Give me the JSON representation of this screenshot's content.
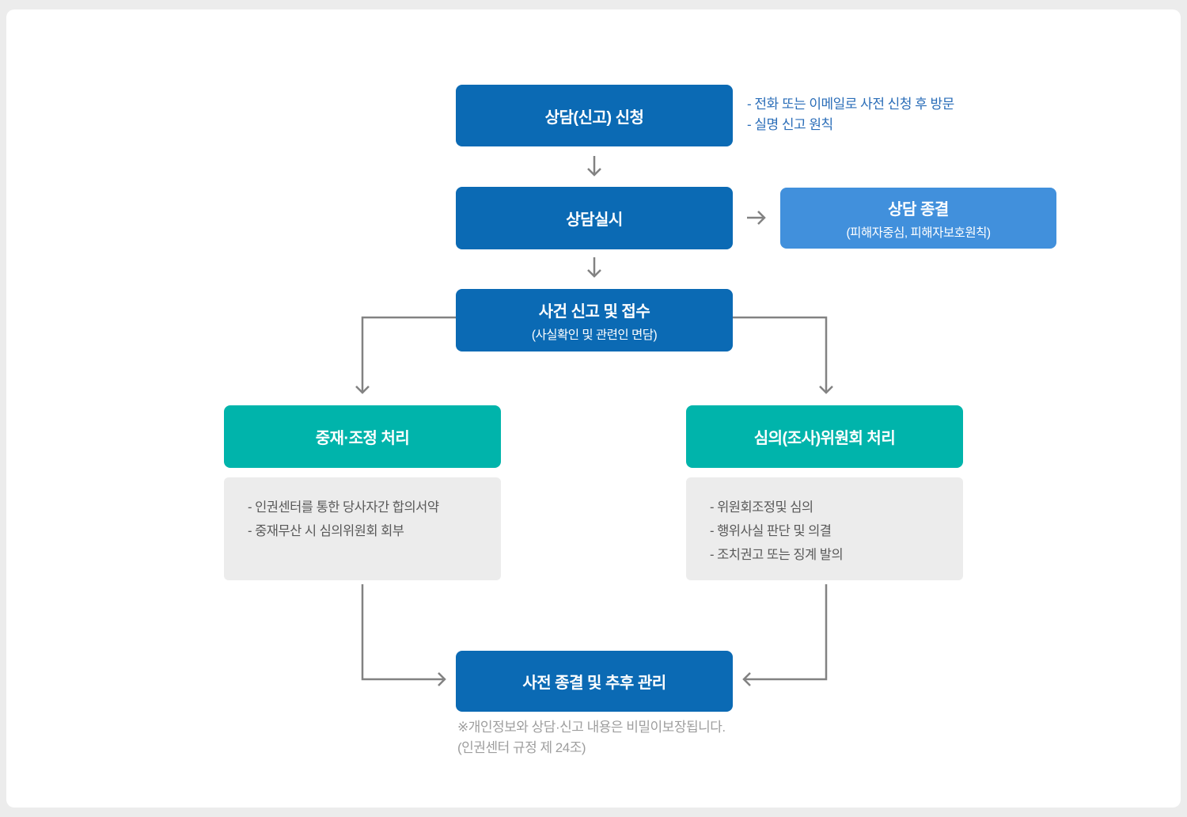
{
  "colors": {
    "primary_blue": "#0b6ab4",
    "light_blue": "#4190dc",
    "teal": "#00b4ab",
    "panel_gray": "#ececec",
    "arrow_gray": "#828282",
    "note_blue": "#2a6db8",
    "footnote_gray": "#9e9e9e"
  },
  "flow": {
    "step_apply": {
      "title": "상담(신고) 신청",
      "notes": [
        "- 전화 또는 이메일로 사전 신청 후 방문",
        "- 실명 신고 원칙"
      ]
    },
    "step_consult": {
      "title": "상담실시"
    },
    "consult_end": {
      "title": "상담 종결",
      "subtitle": "(피해자중심, 피해자보호원칙)"
    },
    "step_report": {
      "title": "사건 신고 및 접수",
      "subtitle": "(사실확인 및 관련인 면담)"
    },
    "branch_mediation": {
      "title": "중재·조정 처리",
      "items": [
        "- 인권센터를 통한 당사자간 합의서약",
        "- 중재무산 시 심의위원회 회부"
      ]
    },
    "branch_committee": {
      "title": "심의(조사)위원회 처리",
      "items": [
        "- 위원회조정및 심의",
        "- 행위사실 판단 및 의결",
        "- 조치권고 또는 징계 발의"
      ]
    },
    "step_final": {
      "title": "사전 종결 및 추후 관리"
    },
    "footnote": [
      "※개인정보와 상담·신고 내용은 비밀이보장됩니다.",
      "(인권센터 규정 제 24조)"
    ]
  }
}
